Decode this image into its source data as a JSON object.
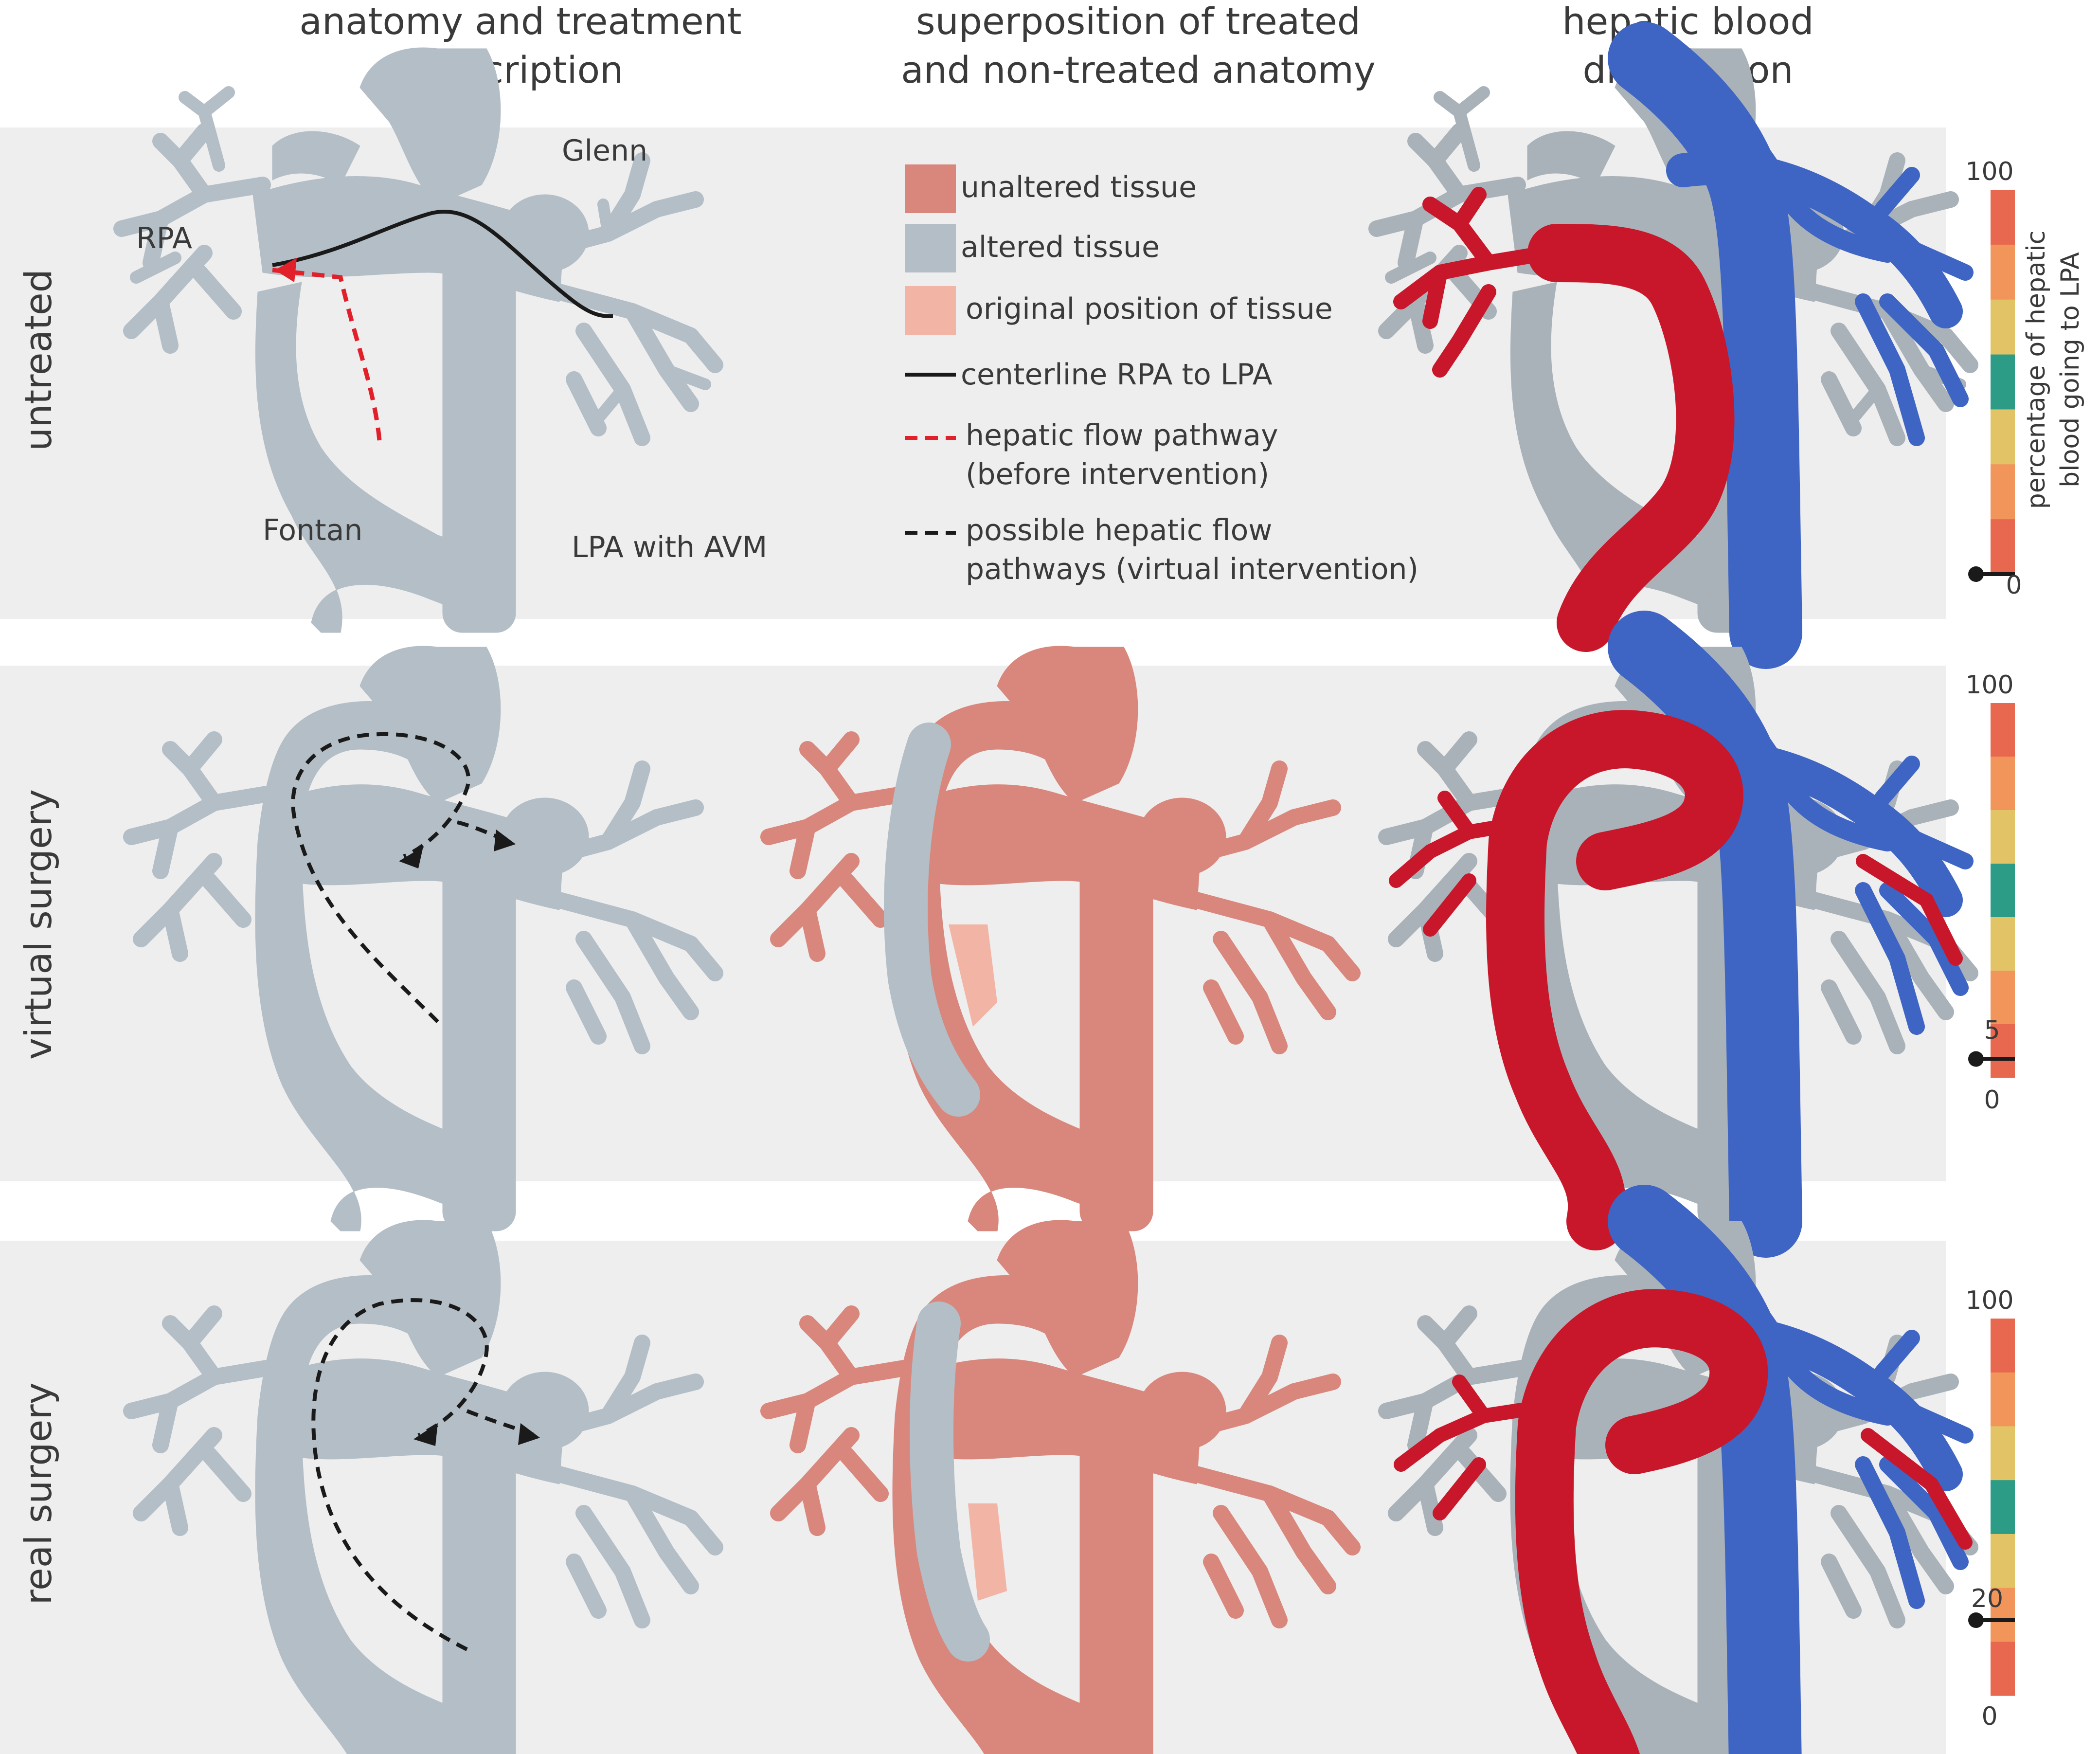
{
  "columns": [
    {
      "line1": "anatomy and treatment",
      "line2": "description"
    },
    {
      "line1": "superposition of treated",
      "line2": "and non-treated anatomy"
    },
    {
      "line1": "hepatic blood",
      "line2": "distribution"
    }
  ],
  "rows": [
    {
      "label": "untreated",
      "scale_value": 0
    },
    {
      "label": "virtual surgery",
      "scale_value": 5
    },
    {
      "label": "real surgery",
      "scale_value": 20
    }
  ],
  "anatomy_labels": {
    "glenn": "Glenn",
    "rpa": "RPA",
    "fontan": "Fontan",
    "lpa": "LPA with AVM"
  },
  "legend": {
    "unaltered": "unaltered tissue",
    "altered": "altered tissue",
    "original": "original position of tissue",
    "centerline": "centerline RPA to LPA",
    "hepatic_1": "hepatic flow pathway",
    "hepatic_2": "(before intervention)",
    "possible_1": "possible hepatic flow",
    "possible_2": "pathways (virtual intervention)"
  },
  "scale": {
    "title_1": "percentage of hepatic",
    "title_2": "blood going to LPA",
    "max_label": "100",
    "min_label": "0",
    "marker_label_row2": "5",
    "marker_label_row3": "20",
    "segments": [
      "#e8684f",
      "#f1955b",
      "#e2c467",
      "#2c9c86",
      "#e2c467",
      "#f1955b",
      "#e8684f"
    ]
  },
  "colors": {
    "panel_bg": "#eeeeee",
    "vessel_grey": "#b3bec6",
    "unaltered_tissue": "#d9877c",
    "altered_tissue": "#b3bec6",
    "original_tissue": "#f2b4a4",
    "streamline_red": "#c8172a",
    "streamline_blue": "#3e64c4"
  }
}
